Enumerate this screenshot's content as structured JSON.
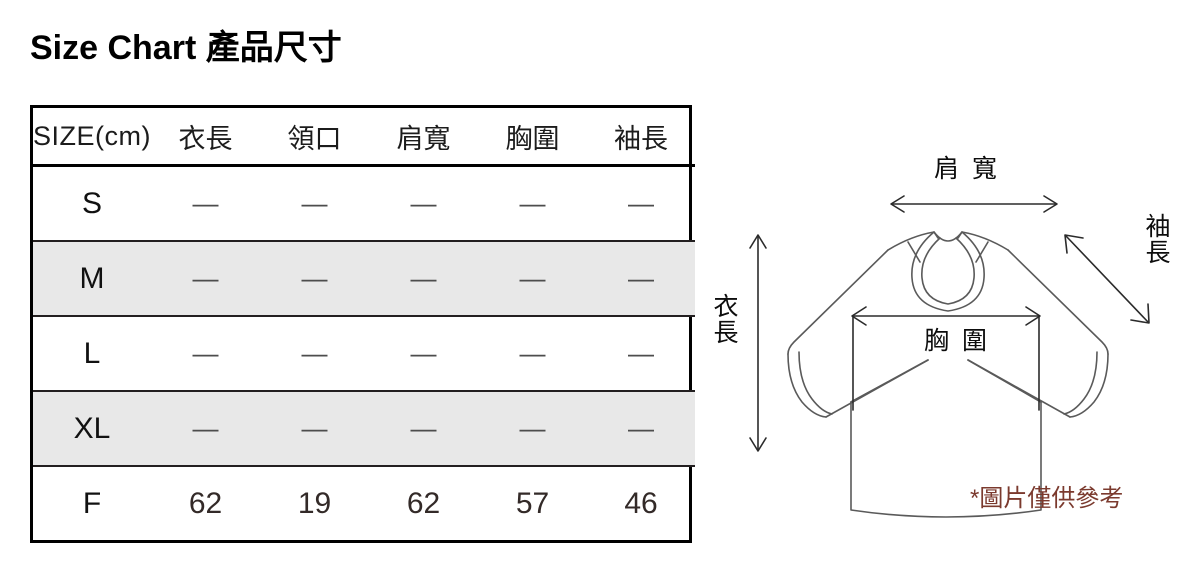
{
  "page": {
    "title": "Size Chart 產品尺寸"
  },
  "size_table": {
    "columns": [
      "SIZE(cm)",
      "衣長",
      "領口",
      "肩寬",
      "胸圍",
      "袖長"
    ],
    "rows": [
      {
        "size": "S",
        "shaded": false,
        "values": [
          "—",
          "—",
          "—",
          "—",
          "—"
        ]
      },
      {
        "size": "M",
        "shaded": true,
        "values": [
          "—",
          "—",
          "—",
          "—",
          "—"
        ]
      },
      {
        "size": "L",
        "shaded": false,
        "values": [
          "—",
          "—",
          "—",
          "—",
          "—"
        ]
      },
      {
        "size": "XL",
        "shaded": true,
        "values": [
          "—",
          "—",
          "—",
          "—",
          "—"
        ]
      },
      {
        "size": "F",
        "shaded": false,
        "values": [
          "62",
          "19",
          "62",
          "57",
          "46"
        ]
      }
    ]
  },
  "diagram": {
    "garment": "long-sleeve-sweatshirt",
    "labels": {
      "shoulder_width": "肩 寬",
      "sleeve_length": "袖長",
      "body_length": "衣長",
      "chest": "胸 圍"
    },
    "footnote": "*圖片僅供參考"
  },
  "colors": {
    "table_border": "#000000",
    "row_shade": "#e8e8e8",
    "value_text": "#332a28",
    "footnote_text": "#7b3a2e",
    "diagram_line": "#5a5a5a"
  }
}
